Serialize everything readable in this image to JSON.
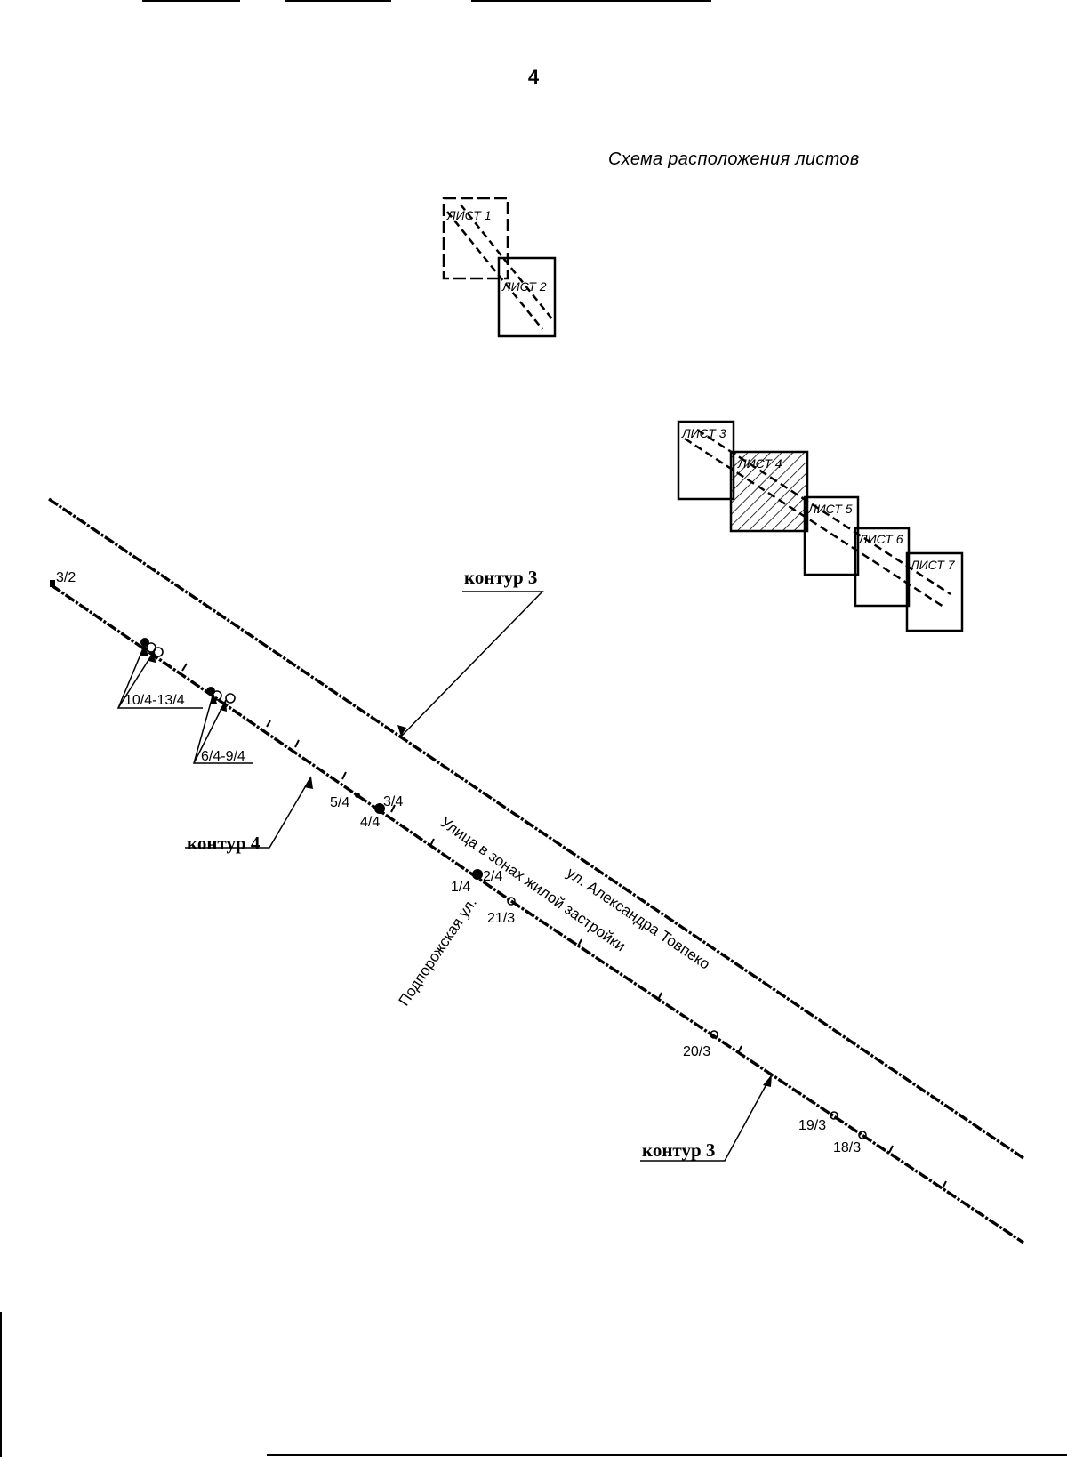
{
  "page_number": "4",
  "scheme": {
    "title": "Схема расположения листов",
    "sheets": [
      {
        "label": "ЛИСТ 1",
        "hatched": false
      },
      {
        "label": "ЛИСТ 2",
        "hatched": false
      },
      {
        "label": "ЛИСТ 3",
        "hatched": false
      },
      {
        "label": "ЛИСТ 4",
        "hatched": true
      },
      {
        "label": "ЛИСТ 5",
        "hatched": false
      },
      {
        "label": "ЛИСТ 6",
        "hatched": false
      },
      {
        "label": "ЛИСТ 7",
        "hatched": false
      }
    ]
  },
  "contours": {
    "upper": "контур 3",
    "middle": "контур 4",
    "lower": "контур 3"
  },
  "points": {
    "p3_2": "3/2",
    "p10_13": "10/4-13/4",
    "p6_9": "6/4-9/4",
    "p5_4": "5/4",
    "p3_4": "3/4",
    "p4_4": "4/4",
    "p2_4": "2/4",
    "p1_4": "1/4",
    "p21_3": "21/3",
    "p20_3": "20/3",
    "p19_3": "19/3",
    "p18_3": "18/3"
  },
  "streets": {
    "main": "ул. Александра Товпеко",
    "zone": "Улица в зонах жилой застройки",
    "side": "Подпорожская ул."
  }
}
